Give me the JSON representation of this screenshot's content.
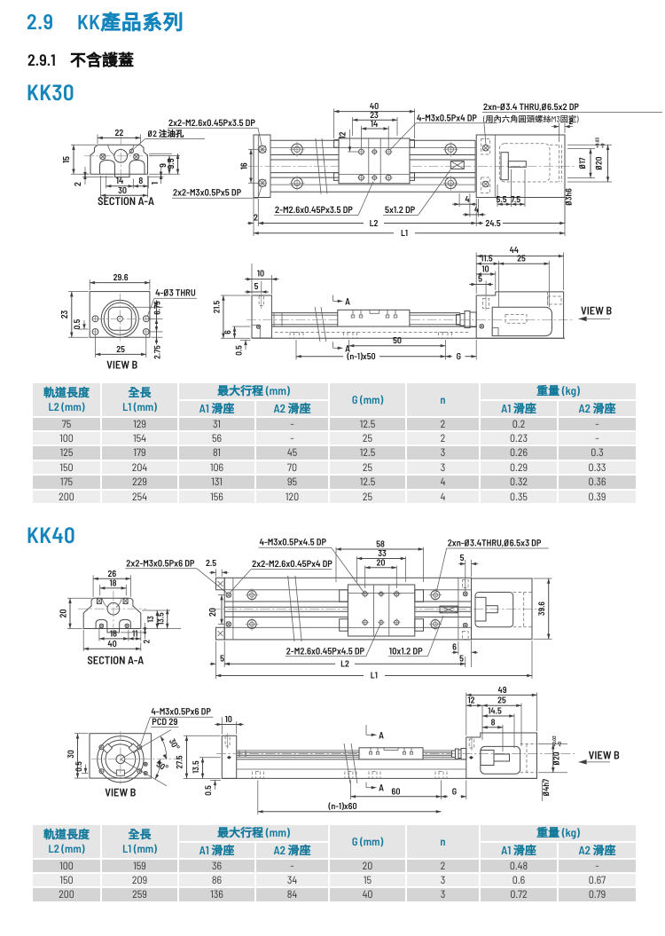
{
  "page": {
    "number": "2.9",
    "title": "KK產品系列",
    "sub_number": "2.9.1",
    "subtitle": "不含護蓋"
  },
  "colors": {
    "accent": "#1484BC",
    "table_header_text": "#13799B",
    "table_header_bg": "#E5E5E5",
    "row_dark": "#D4D4D4",
    "row_light": "#EDEDED"
  },
  "sections": [
    {
      "heading": "KK30",
      "table": {
        "headers": {
          "track1": "軌道長度",
          "track2": "L2 (mm)",
          "len1": "全長",
          "len2": "L1 (mm)",
          "stroke_grp": "最大行程 (mm)",
          "stroke_a1": "A1 滑座",
          "stroke_a2": "A2 滑座",
          "g": "G (mm)",
          "n": "n",
          "weight_grp": "重量 (kg)",
          "weight_a1": "A1 滑座",
          "weight_a2": "A2 滑座"
        },
        "rows": [
          [
            "75",
            "129",
            "31",
            "-",
            "12.5",
            "2",
            "0.2",
            "-"
          ],
          [
            "100",
            "154",
            "56",
            "-",
            "25",
            "2",
            "0.23",
            "-"
          ],
          [
            "125",
            "179",
            "81",
            "45",
            "12.5",
            "3",
            "0.26",
            "0.3"
          ],
          [
            "150",
            "204",
            "106",
            "70",
            "25",
            "3",
            "0.29",
            "0.33"
          ],
          [
            "175",
            "229",
            "131",
            "95",
            "12.5",
            "4",
            "0.32",
            "0.36"
          ],
          [
            "200",
            "254",
            "156",
            "120",
            "25",
            "4",
            "0.35",
            "0.39"
          ]
        ]
      },
      "drawings": {
        "section_aa": {
          "labels": [
            {
              "t": "22"
            },
            {
              "t": "Ø2 注油孔"
            },
            {
              "t": "15"
            },
            {
              "t": "2"
            },
            {
              "t": "14"
            },
            {
              "t": "8"
            },
            {
              "t": "30"
            },
            {
              "t": "9"
            },
            {
              "t": "9.5"
            },
            {
              "t": "1"
            },
            {
              "t": "SECTION A-A"
            }
          ]
        },
        "plan": {
          "labels": [
            {
              "t": "2x2-M2.6x0.45Px3.5 DP"
            },
            {
              "t": "40"
            },
            {
              "t": "23"
            },
            {
              "t": "14"
            },
            {
              "t": "12"
            },
            {
              "t": "4-M3x0.5Px4 DP"
            },
            {
              "t": "2xn-Ø3.4 THRU,Ø6.5x2 DP"
            },
            {
              "t": "(用內六角圓頭螺絲M3固定)"
            },
            {
              "t": "2"
            },
            {
              "t": "16"
            },
            {
              "t": "2x2-M3x0.5Px5 DP"
            },
            {
              "t": "2-M2.6x0.45Px3.5 DP"
            },
            {
              "t": "5x1.2 DP"
            },
            {
              "t": "4"
            },
            {
              "t": "4"
            },
            {
              "t": "5.5"
            },
            {
              "t": "7.5"
            },
            {
              "t": "2"
            },
            {
              "t": "L2"
            },
            {
              "t": "24.5"
            },
            {
              "t": "L1"
            },
            {
              "t": "Ø17"
            },
            {
              "t": "Ø20"
            },
            {
              "t": "+0.03"
            },
            {
              "t": "+0"
            },
            {
              "t": "Ø3h6"
            }
          ]
        },
        "view_b": {
          "labels": [
            {
              "t": "29.6"
            },
            {
              "t": "4-Ø3 THRU"
            },
            {
              "t": "23"
            },
            {
              "t": "0.5"
            },
            {
              "t": "6.75"
            },
            {
              "t": "2.75"
            },
            {
              "t": "25"
            },
            {
              "t": "VIEW B"
            }
          ]
        },
        "side": {
          "labels": [
            {
              "t": "A"
            },
            {
              "t": "A"
            },
            {
              "t": "21.5"
            },
            {
              "t": "6"
            },
            {
              "t": "0.5"
            },
            {
              "t": "10"
            },
            {
              "t": "5"
            },
            {
              "t": "44"
            },
            {
              "t": "11.5"
            },
            {
              "t": "25"
            },
            {
              "t": "10"
            },
            {
              "t": "5"
            },
            {
              "t": "VIEW B"
            },
            {
              "t": "50"
            },
            {
              "t": "(n-1)x50"
            },
            {
              "t": "G"
            }
          ]
        }
      }
    },
    {
      "heading": "KK40",
      "table": {
        "headers": {
          "track1": "軌道長度",
          "track2": "L2 (mm)",
          "len1": "全長",
          "len2": "L1 (mm)",
          "stroke_grp": "最大行程 (mm)",
          "stroke_a1": "A1 滑座",
          "stroke_a2": "A2 滑座",
          "g": "G (mm)",
          "n": "n",
          "weight_grp": "重量 (kg)",
          "weight_a1": "A1 滑座",
          "weight_a2": "A2 滑座"
        },
        "rows": [
          [
            "100",
            "159",
            "36",
            "-",
            "20",
            "2",
            "0.48",
            "-"
          ],
          [
            "150",
            "209",
            "86",
            "34",
            "15",
            "3",
            "0.6",
            "0.67"
          ],
          [
            "200",
            "259",
            "136",
            "84",
            "40",
            "3",
            "0.72",
            "0.79"
          ]
        ]
      },
      "drawings": {
        "section_aa": {
          "labels": [
            {
              "t": "26"
            },
            {
              "t": "18"
            },
            {
              "t": "20"
            },
            {
              "t": "13"
            },
            {
              "t": "13.5"
            },
            {
              "t": "18"
            },
            {
              "t": "11"
            },
            {
              "t": "2"
            },
            {
              "t": "40"
            },
            {
              "t": "SECTION A-A"
            },
            {
              "t": "2x2-M3x0.5Px6 DP"
            },
            {
              "t": "2.5"
            }
          ]
        },
        "plan": {
          "labels": [
            {
              "t": "20"
            },
            {
              "t": "33"
            },
            {
              "t": "58"
            },
            {
              "t": "4-M3x0.5Px4.5 DP"
            },
            {
              "t": "2xn-Ø3.4THRU,Ø6.5x3 DP"
            },
            {
              "t": "2x2-M2.6x0.45Px4 DP"
            },
            {
              "t": "5"
            },
            {
              "t": "39.6"
            },
            {
              "t": "2-M2.6x0.45Px4.5 DP"
            },
            {
              "t": "10x1.2 DP"
            },
            {
              "t": "6"
            },
            {
              "t": "5"
            },
            {
              "t": "5"
            },
            {
              "t": "L2"
            },
            {
              "t": "L1"
            },
            {
              "t": "20"
            }
          ]
        },
        "view_b": {
          "labels": [
            {
              "t": "30°"
            },
            {
              "t": "30°"
            },
            {
              "t": "4-M3x0.5Px6 DP"
            },
            {
              "t": "PCD 29"
            },
            {
              "t": "30"
            },
            {
              "t": "0.5"
            },
            {
              "t": "VIEW B"
            }
          ]
        },
        "side": {
          "labels": [
            {
              "t": "A"
            },
            {
              "t": "A"
            },
            {
              "t": "27.5"
            },
            {
              "t": "13.5"
            },
            {
              "t": "0.5"
            },
            {
              "t": "10"
            },
            {
              "t": "49"
            },
            {
              "t": "12"
            },
            {
              "t": "25"
            },
            {
              "t": "14.5"
            },
            {
              "t": "8"
            },
            {
              "t": "Ø20"
            },
            {
              "t": "+0.03"
            },
            {
              "t": "+0"
            },
            {
              "t": "Ø4h7"
            },
            {
              "t": "VIEW B"
            },
            {
              "t": "60"
            },
            {
              "t": "G"
            },
            {
              "t": "(n-1)x60"
            }
          ]
        }
      }
    }
  ]
}
